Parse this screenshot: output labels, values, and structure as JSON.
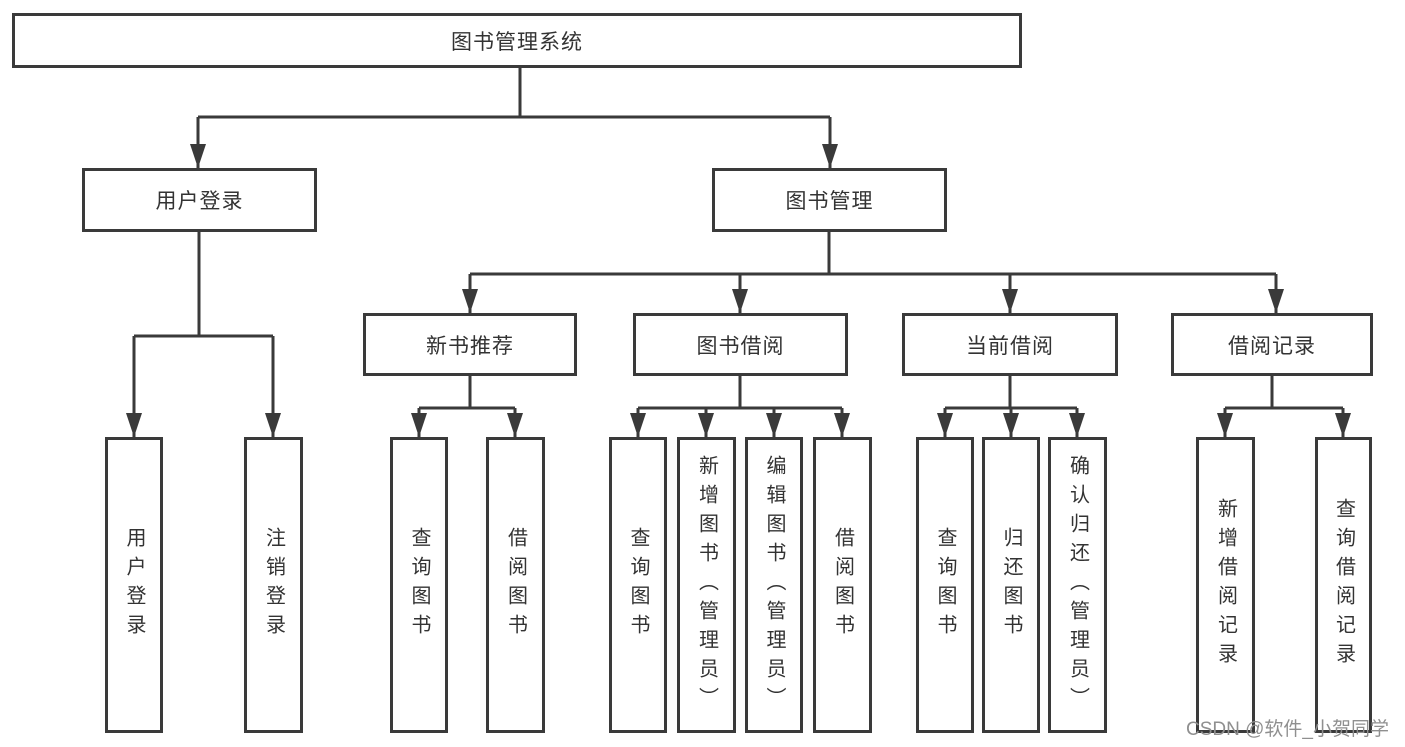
{
  "tree": {
    "label": "图书管理系统",
    "children": [
      {
        "label": "用户登录",
        "children": [
          {
            "label": "用户登录"
          },
          {
            "label": "注销登录"
          }
        ]
      },
      {
        "label": "图书管理",
        "children": [
          {
            "label": "新书推荐",
            "children": [
              {
                "label": "查询图书"
              },
              {
                "label": "借阅图书"
              }
            ]
          },
          {
            "label": "图书借阅",
            "children": [
              {
                "label": "查询图书"
              },
              {
                "label": "新增图书（管理员）"
              },
              {
                "label": "编辑图书（管理员）"
              },
              {
                "label": "借阅图书"
              }
            ]
          },
          {
            "label": "当前借阅",
            "children": [
              {
                "label": "查询图书"
              },
              {
                "label": "归还图书"
              },
              {
                "label": "确认归还（管理员）"
              }
            ]
          },
          {
            "label": "借阅记录",
            "children": [
              {
                "label": "新增借阅记录"
              },
              {
                "label": "查询借阅记录"
              }
            ]
          }
        ]
      }
    ]
  },
  "watermark": {
    "text": "CSDN @软件_小贺同学"
  },
  "colors": {
    "line": "#3a3a3a",
    "text": "#333333",
    "watermark": "#8f8f8f",
    "background": "#ffffff"
  }
}
